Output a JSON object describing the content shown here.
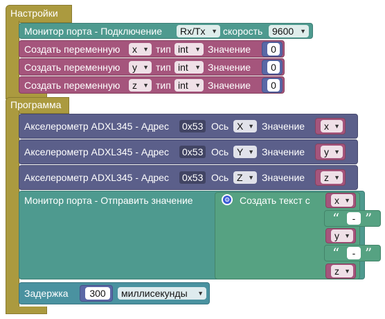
{
  "setup_block": {
    "title": "Настройки"
  },
  "serial_connect": {
    "label": "Монитор порта - Подключение",
    "pins": "Rx/Tx",
    "speed_label": "скорость",
    "speed_value": "9600"
  },
  "variables": [
    {
      "label": "Создать переменную",
      "name": "x",
      "type_label": "тип",
      "type": "int",
      "value_label": "Значение",
      "value": "0"
    },
    {
      "label": "Создать переменную",
      "name": "y",
      "type_label": "тип",
      "type": "int",
      "value_label": "Значение",
      "value": "0"
    },
    {
      "label": "Создать переменную",
      "name": "z",
      "type_label": "тип",
      "type": "int",
      "value_label": "Значение",
      "value": "0"
    }
  ],
  "program_block": {
    "title": "Программа"
  },
  "accelerometers": [
    {
      "label": "Акселерометр ADXL345 - Адрес",
      "address": "0x53",
      "axis_label": "Ось",
      "axis": "X",
      "value_label": "Значение",
      "var": "x"
    },
    {
      "label": "Акселерометр ADXL345 - Адрес",
      "address": "0x53",
      "axis_label": "Ось",
      "axis": "Y",
      "value_label": "Значение",
      "var": "y"
    },
    {
      "label": "Акселерометр ADXL345 - Адрес",
      "address": "0x53",
      "axis_label": "Ось",
      "axis": "Z",
      "value_label": "Значение",
      "var": "z"
    }
  ],
  "serial_send": {
    "label": "Монитор порта - Отправить значение",
    "create_text_label": "Создать текст с",
    "items": {
      "var1": "x",
      "sep1": "-",
      "var2": "y",
      "sep2": "-",
      "var3": "z"
    },
    "open_quote": "“",
    "close_quote": "”"
  },
  "delay": {
    "label": "Задержка",
    "value": "300",
    "unit": "миллисекунды"
  },
  "colors": {
    "setup": "#ab9a3f",
    "serial": "#4e9a8f",
    "variable": "#a5557c",
    "accelerometer": "#5b5f8a",
    "text": "#56a282",
    "delay": "#4a92a0",
    "math": "#5a68a6"
  }
}
